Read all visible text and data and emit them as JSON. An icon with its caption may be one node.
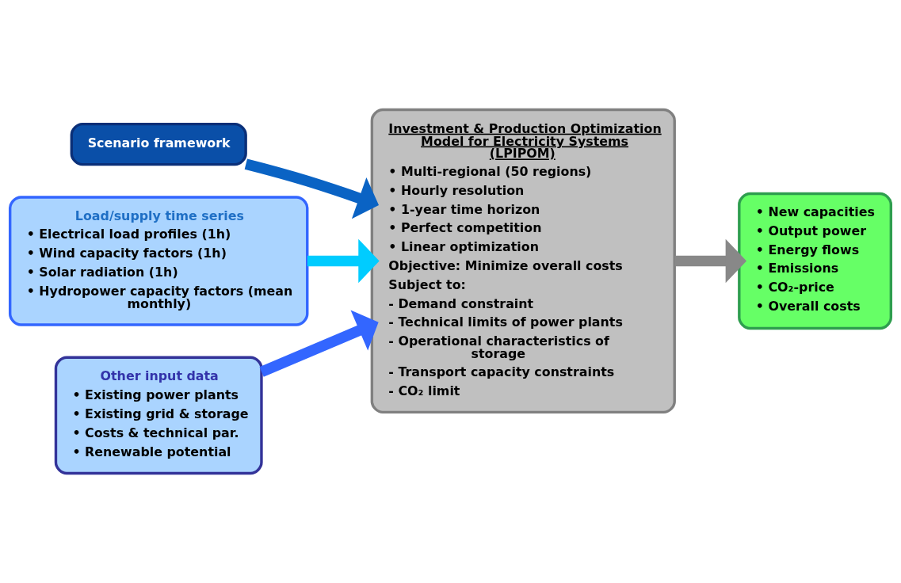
{
  "diagram": {
    "nodes": [
      {
        "text": [
          "Scenario framework"
        ]
      },
      {
        "text": [
          "Load/supply time series",
          "• Electrical load profiles (1h)",
          "• Wind capacity factors (1h)",
          "• Solar radiation (1h)",
          "• Hydropower capacity factors (mean monthly)"
        ]
      },
      {
        "text": [
          "Other input data",
          "• Existing power plants",
          "• Existing grid & storage",
          "• Costs & technical par.",
          "• Renewable potential"
        ]
      },
      {
        "text": [
          "Investment & Production Optimization Model for Electricity Systems (LPIPOM)",
          "• Multi-regional (50 regions)",
          "• Hourly resolution",
          "• 1-year time horizon",
          "• Perfect competition",
          "• Linear optimization",
          "Objective: Minimize overall costs",
          "Subject to:",
          "- Demand constraint",
          "- Technical limits of power plants",
          "- Operational characteristics of storage",
          "- Transport capacity constraints",
          "- CO₂ limit"
        ]
      },
      {
        "text": [
          "• New capacities",
          "• Output power",
          "• Energy flows",
          "• Emissions",
          "• CO₂-price",
          "• Overall costs"
        ]
      }
    ],
    "edges": [
      {
        "from": 0,
        "to": 3,
        "arrow": "to",
        "color": "#0a63c4"
      },
      {
        "from": 1,
        "to": 3,
        "arrow": "to",
        "color": "#00ccff"
      },
      {
        "from": 2,
        "to": 3,
        "arrow": "to",
        "color": "#3366ff"
      },
      {
        "from": 3,
        "to": 4,
        "arrow": "to",
        "color": "#888888"
      }
    ]
  }
}
